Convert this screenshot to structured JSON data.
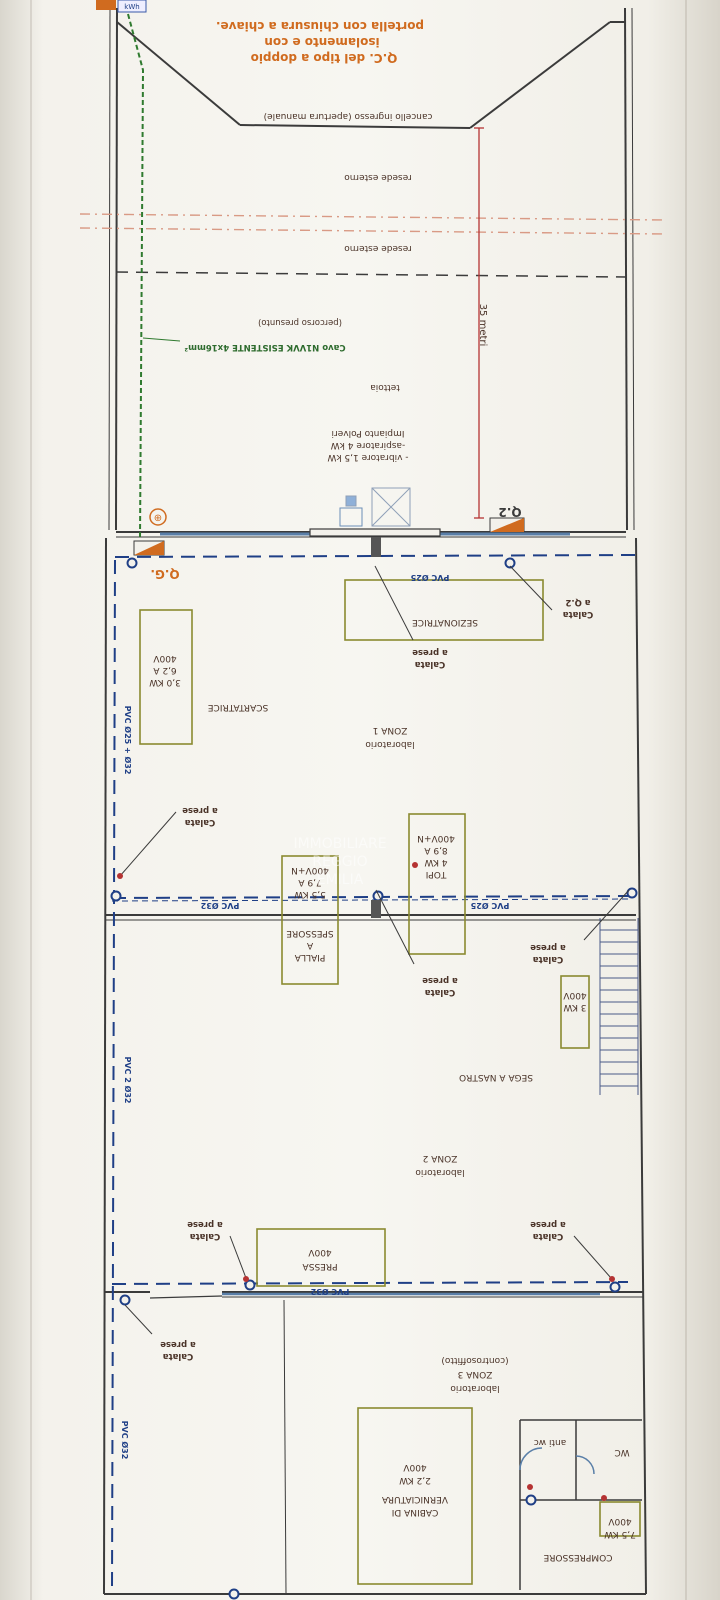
{
  "title_block": {
    "qc_note_lines": [
      "Q.C. del tipo a doppio",
      "isolamento e con",
      "portella con chiusura a chiave."
    ],
    "enel_tag": "kWh"
  },
  "labels": {
    "gate": "cancello ingresso (apertura manuale)",
    "yard_top": "resede esterno",
    "yard_bottom": "resede esterno",
    "cable_line1": "Cavo N1VVK ESISTENTE 4x16mm²",
    "cable_line2": "(percorso presunto)",
    "distance": "35 metri",
    "canopy": "tettoia",
    "dust_lines": [
      "Impianto Polveri",
      "-aspiratore 4 kW",
      "- vibratore 1,5 kW"
    ],
    "q2": "Q.2",
    "qg": "Q.G.",
    "pvc25_top": "PVC Ø25",
    "calata_q2_lines": [
      "Calata",
      "a Q.2"
    ],
    "sezionatrice": "SEZIONATRICE",
    "calata_prese": [
      "Calata",
      "a prese"
    ],
    "lab1_lines": [
      "laboratorio",
      "ZONA 1"
    ],
    "scartatrice": "SCARTATRICE",
    "scartatrice_specs": [
      "3,0 KW",
      "6,2 A",
      "400V"
    ],
    "pvc_left_top": "PVC Ø25 + Ø32",
    "toupie_lines": [
      "TOPI",
      "4 KW",
      "8,9 A",
      "400V+N"
    ],
    "pialla_specs": [
      "5,5 KW",
      "7,9 A",
      "400V+N"
    ],
    "pialla_lines": [
      "PIALLA",
      "A",
      "SPESSORE"
    ],
    "pvc32_mid": "PVC Ø32",
    "pvc25_mid": "PVC Ø25",
    "sega_specs": [
      "3 KW",
      "400V"
    ],
    "sega": "SEGA A NASTRO",
    "lab2_lines": [
      "laboratorio",
      "ZONA 2"
    ],
    "pvc_left_mid": "PVC 2 Ø32",
    "pressa_lines": [
      "PRESSA",
      "400V"
    ],
    "pvc32_low": "PVC Ø32",
    "lab3_lines": [
      "laboratorio",
      "ZONA 3",
      "(controsoffitto)"
    ],
    "wc": "WC",
    "anti_wc": "anti wc",
    "cabina_lines": [
      "CABINA DI",
      "VERNICIATURA",
      "2,2 KW",
      "400V"
    ],
    "compressore": "COMPRESSORE",
    "compressore_specs": [
      "7,5 KW",
      "400V"
    ],
    "pvc_left_low": "PVC Ø32",
    "watermark_lines": [
      "IMMOBILIARE",
      "REGGIO",
      "EMILIA"
    ]
  },
  "colors": {
    "wall": "#3b3b3b",
    "wall_blue": "#5a7fa8",
    "conduit": "#1f3f86",
    "machine": "#8a8a30",
    "text_dark": "#4a3328",
    "text_green": "#2d6b2d",
    "cable_green": "#2f7a2f",
    "red": "#b53333",
    "orange": "#d06b1f",
    "dash_orange": "#d99a85"
  }
}
